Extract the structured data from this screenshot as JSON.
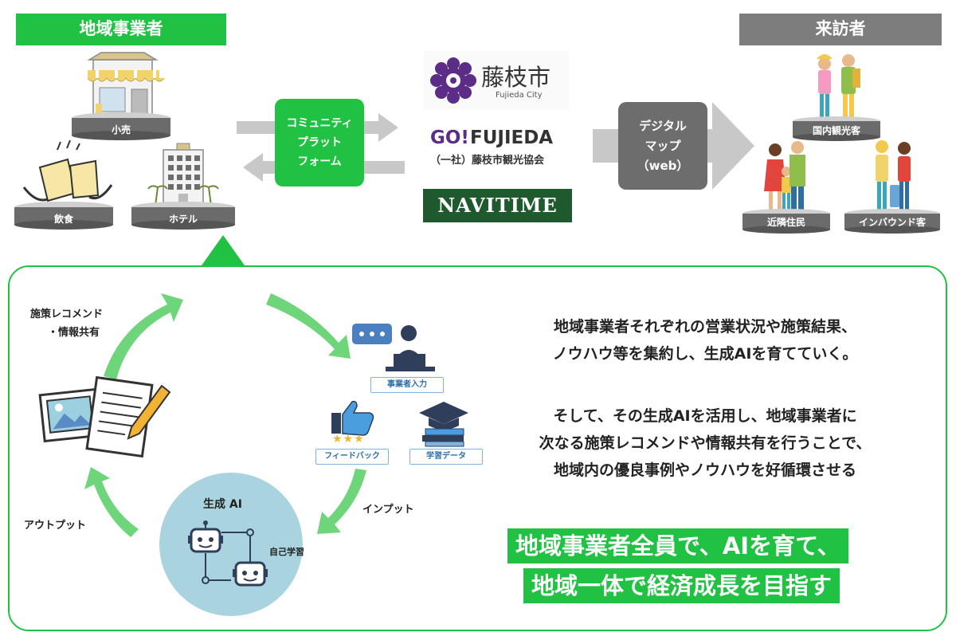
{
  "header": {
    "businesses_title": "地域事業者",
    "visitors_title": "来訪者"
  },
  "businesses": {
    "retail_label": "小売",
    "food_label": "飲食",
    "hotel_label": "ホテル"
  },
  "platform": {
    "line1": "コミュニティ",
    "line2": "プラット",
    "line3": "フォーム"
  },
  "partners": {
    "city_name": "藤枝市",
    "city_roman": "Fujieda City",
    "go_fujieda_1": "GO!",
    "go_fujieda_2": "FUJIEDA",
    "association": "（一社）藤枝市観光協会",
    "navitime": "NAVITIME"
  },
  "digital_map": {
    "line1": "デジタル",
    "line2": "マップ",
    "line3": "（web）"
  },
  "visitors": {
    "domestic_label": "国内観光客",
    "local_label": "近隣住民",
    "inbound_label": "インバウンド客"
  },
  "cycle": {
    "recommend_line1": "施策レコメンド",
    "recommend_line2": "・情報共有",
    "business_input": "事業者入力",
    "feedback": "フィードバック",
    "learning_data": "学習データ",
    "input": "インプット",
    "output": "アウトプット",
    "genai_title": "生成 AI",
    "self_learning": "自己学習"
  },
  "description": {
    "p1_line1": "地域事業者それぞれの営業状況や施策結果、",
    "p1_line2": "ノウハウ等を集約し、生成AIを育てていく。",
    "p2_line1": "そして、その生成AIを活用し、地域事業者に",
    "p2_line2": "次なる施策レコメンドや情報共有を行うことで、",
    "p2_line3": "地域内の優良事例やノウハウを好循環させる"
  },
  "highlight": {
    "line1": "地域事業者全員で、AIを育て、",
    "line2": "地域一体で経済成長を目指す"
  },
  "colors": {
    "green": "#21c243",
    "gray_header": "#7d7d7d",
    "platform_gray": "#6d6d6d",
    "purple": "#5b2d86",
    "navitime_green": "#1f5a2e",
    "ai_circle": "#a9d3de",
    "blue_box": "#2c6fa8"
  }
}
